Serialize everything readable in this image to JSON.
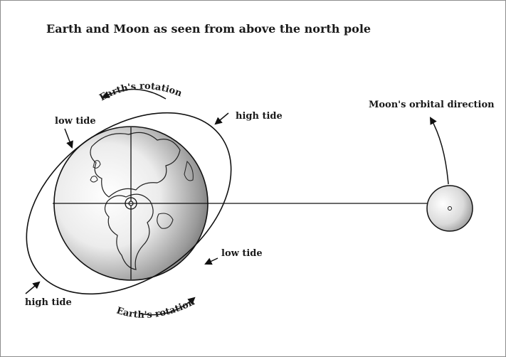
{
  "title": "Earth and Moon as seen from above the north pole",
  "labels": {
    "rotation_top": "Earth's rotation",
    "rotation_bottom": "Earth's rotation",
    "low_tide_top": "low tide",
    "low_tide_bottom": "low tide",
    "high_tide_top": "high tide",
    "high_tide_bottom": "high tide",
    "moon_orbit": "Moon's orbital direction"
  }
}
